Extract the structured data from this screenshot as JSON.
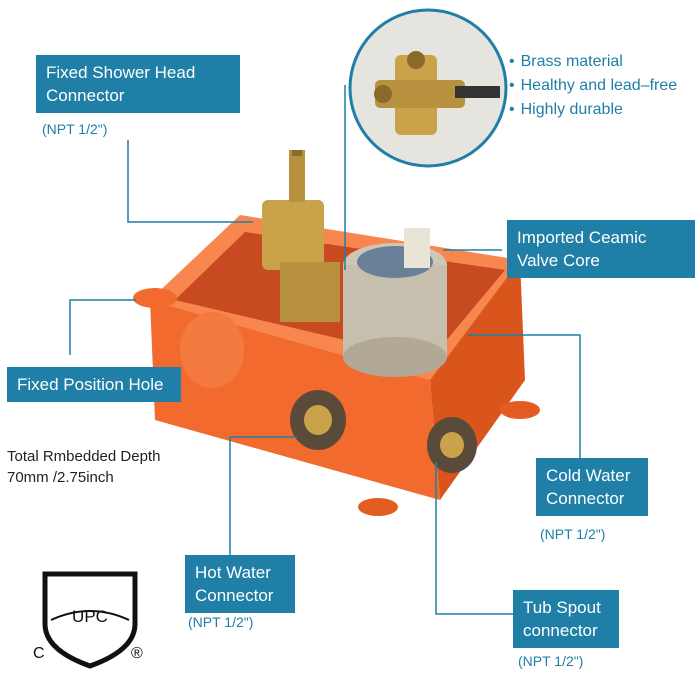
{
  "callouts": {
    "shower_head": {
      "title": "Fixed Shower Head Connector",
      "spec": "(NPT 1/2\")"
    },
    "valve_core": {
      "title": "Imported Ceamic Valve Core"
    },
    "position_hole": {
      "title": "Fixed Position Hole"
    },
    "cold_water": {
      "title": "Cold Water Connector",
      "spec": "(NPT 1/2\")"
    },
    "hot_water": {
      "title": "Hot Water Connector",
      "spec": "(NPT 1/2\")"
    },
    "tub_spout": {
      "title": "Tub Spout connector",
      "spec": "(NPT 1/2\")"
    }
  },
  "features": [
    "Brass material",
    "Healthy and lead–free",
    "Highly durable"
  ],
  "depth": {
    "line1": "Total Rmbedded Depth",
    "line2": "70mm /2.75inch"
  },
  "certification": {
    "mark": "UPC",
    "prefix": "C",
    "suffix": "®"
  },
  "colors": {
    "accent": "#1f7fa6",
    "box": "#f26a2e",
    "brass": "#c9a24a"
  }
}
